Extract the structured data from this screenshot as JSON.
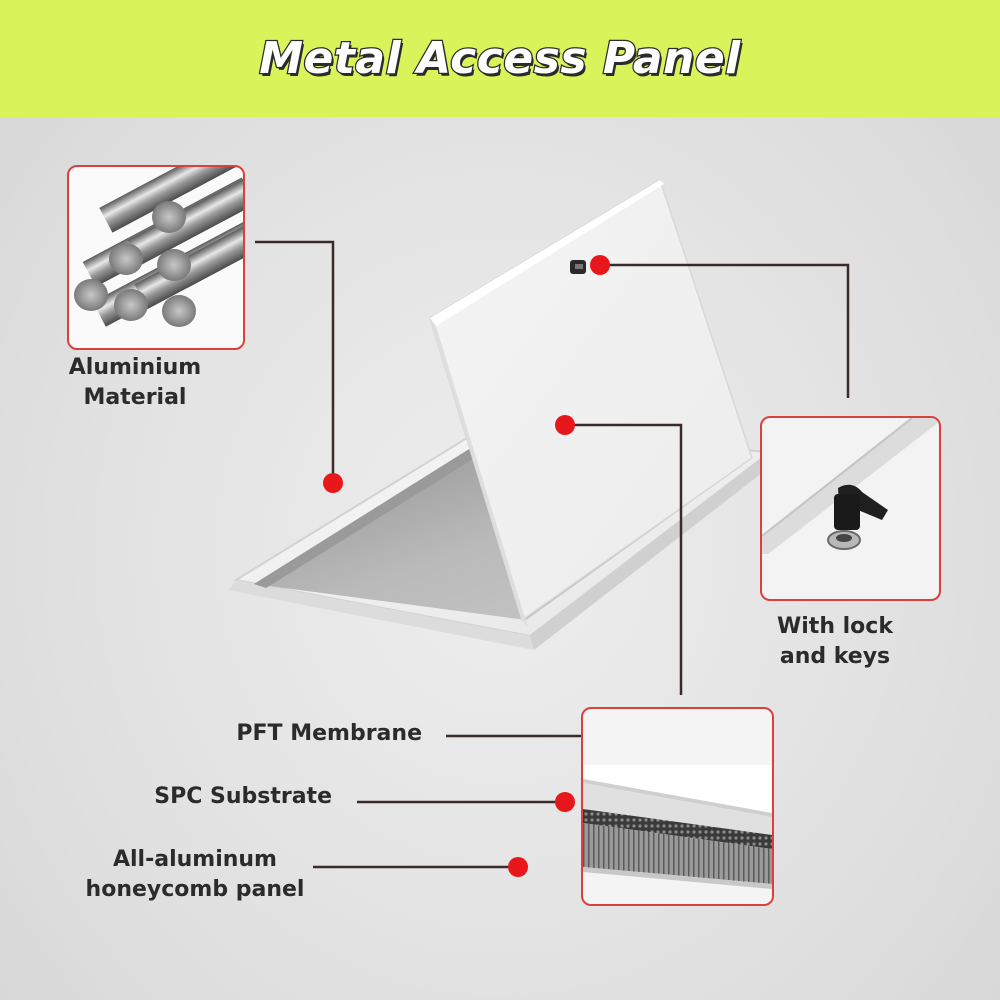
{
  "header": {
    "title": "Metal Access Panel",
    "background": "#d8f45a"
  },
  "callouts": {
    "aluminium": {
      "line1": "Aluminium",
      "line2": "Material",
      "image": "aluminium-rods"
    },
    "lock": {
      "line1": "With lock",
      "line2": "and keys",
      "image": "lock-closeup"
    },
    "layers": [
      {
        "label_line1": "PFT Membrane"
      },
      {
        "label_line1": "SPC Substrate"
      },
      {
        "label_line1": "All-aluminum",
        "label_line2": "honeycomb panel"
      }
    ]
  },
  "colors": {
    "marker": "#e8171b",
    "leader_line": "#3a2a2a",
    "inset_border": "#d9413c",
    "text": "#2b2b2b"
  }
}
